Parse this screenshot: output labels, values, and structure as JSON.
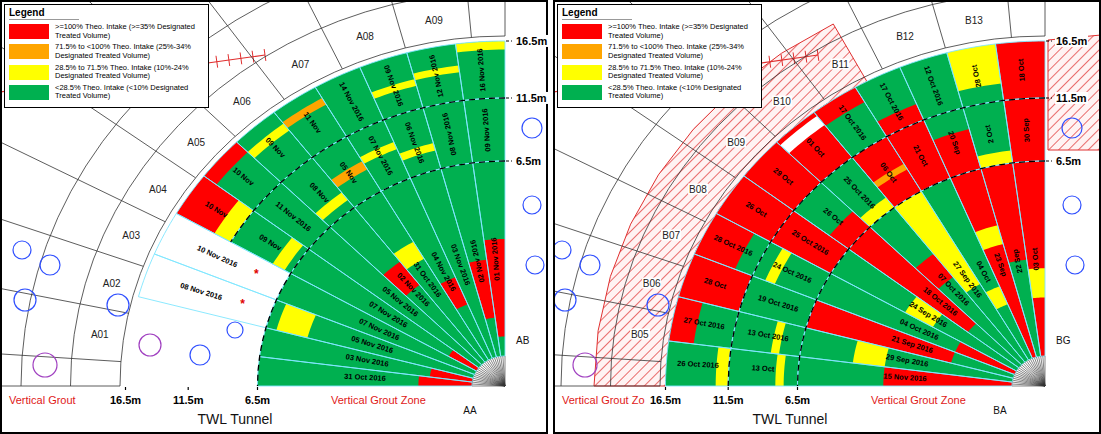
{
  "diagram": {
    "labels": [
      "Legend",
      "Legend",
      "16.5m",
      "11.5m",
      "6.5m",
      "16.5m",
      "11.5m",
      "6.5m",
      "TWL Tunnel",
      "Vertical Grout",
      "Vertical Grout Zone",
      "AA",
      "AB",
      "A01",
      "A02",
      "A03",
      "A04",
      "A05",
      "A06",
      "A07",
      "A08",
      "A09",
      "16.5m",
      "11.5m",
      "6.5m",
      "16.5m",
      "11.5m",
      "6.5m",
      "TWL Tunnel",
      "Vertical Grout Zo",
      "Vertical Grout Zone",
      "BA",
      "BG",
      "B05",
      "B06",
      "B07",
      "B08",
      "B09",
      "B10",
      "B11",
      "B12",
      "B13",
      "01 Nov 2016",
      "09 Nov 2016",
      "16 Nov 2016",
      "02 Nov 2016",
      "08 Nov 2016",
      "12 Nov 2016",
      "03 Nov 2016",
      "06 Nov 2016",
      "09 Nov 2016",
      "04 Nov 2016",
      "07 Nov 2016",
      "14 Nov 2016",
      "31 Oct 2016",
      "05 Nov",
      "11 Nov",
      "02 Nov 2016",
      "08 Nov",
      "09 Nov",
      "05 Nov 2016",
      "11 Nov 2016",
      "10 Nov",
      "07 Nov 2016",
      "09 Nov",
      "10 Nov",
      "07 Nov 2016",
      "05 Nov 2016",
      "03 Nov 2016",
      "31 Oct 2016",
      "10 Nov 2016",
      "*",
      "08 Nov 2016",
      "*",
      "03 Oct",
      "30 Sep",
      "18 Oct",
      "22 Sep",
      "2 Oct",
      "28 Oct",
      "23 Sep",
      "20 Sep",
      "12 Oct 2016",
      "04 Oct",
      "21 Oct",
      "17 Oct 2016",
      "27 Sep 2016",
      "06 Oct",
      "17 Oct 2016",
      "07 Oct 2016",
      "25 Oct 2016",
      "01 Oct",
      "18 Oct 2016",
      "26 Oct",
      "29 Oct",
      "24 Sep 2016",
      "25 Oct 2016",
      "26 Oct",
      "04 Oct 2016",
      "24 Oct 2016",
      "28 Oct 2016",
      "21 Sep 2016",
      "19 Oct 2016",
      "28 Oct",
      "29 Sep 2016",
      "13 Oct 2016",
      "27 Oct 2016",
      "15 Nov 2016",
      "13 Oct",
      "26 Oct 2016"
    ],
    "legend": [
      {
        "text": ">=100% Theo. Intake (>=35% Designated Treated Volume)",
        "color": "#ff0000"
      },
      {
        "text": "71.5% to <100% Theo. Intake (25%-34% Designated Treated Volume)",
        "color": "#ffa500"
      },
      {
        "text": "28.5% to 71.5% Theo. Intake (10%-24% Designated Treated Volume)",
        "color": "#ffff00"
      },
      {
        "text": "<28.5% Theo. Intake (<10% Designated Treated Volume)",
        "color": "#00b050"
      },
      {
        "text": ">=100% Theo. Intake (>=35% Designated Treated Volume)",
        "color": "#ff0000"
      },
      {
        "text": "71.5% to <100% Theo. Intake (25%-34% Designated Treated Volume)",
        "color": "#ffa500"
      },
      {
        "text": "28.5% to 71.5% Theo. Intake (10%-24% Designated Treated Volume)",
        "color": "#ffff00"
      },
      {
        "text": "<28.5% Theo. Intake (<10% Designated Treated Volume)",
        "color": "#00b050"
      }
    ]
  }
}
